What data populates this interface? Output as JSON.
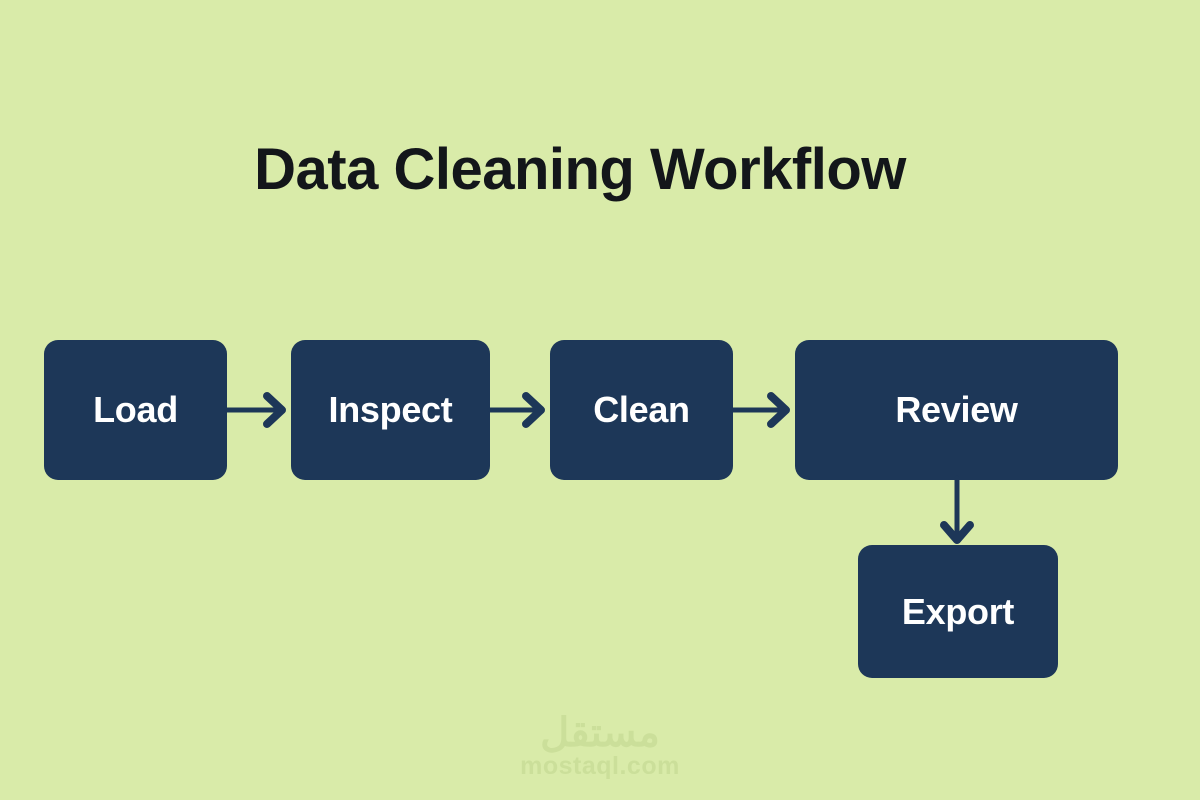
{
  "diagram": {
    "title": "Data Cleaning Workflow",
    "type": "flowchart",
    "background_color": "#d9eba9",
    "node_color": "#1d3758",
    "node_text_color": "#ffffff",
    "title_color": "#13161a",
    "connector_color": "#1d3758",
    "nodes": [
      {
        "id": "load",
        "label": "Load"
      },
      {
        "id": "inspect",
        "label": "Inspect"
      },
      {
        "id": "clean",
        "label": "Clean"
      },
      {
        "id": "review",
        "label": "Review"
      },
      {
        "id": "export",
        "label": "Export"
      }
    ],
    "connectors": [
      {
        "id": "load-inspect",
        "from": "Load",
        "to": "Inspect",
        "direction": "right"
      },
      {
        "id": "inspect-clean",
        "from": "Inspect",
        "to": "Clean",
        "direction": "right"
      },
      {
        "id": "clean-review",
        "from": "Clean",
        "to": "Review",
        "direction": "right"
      },
      {
        "id": "review-export",
        "from": "Review",
        "to": "Export",
        "direction": "down"
      }
    ]
  },
  "watermark": {
    "arabic": "مستقل",
    "domain": "mostaql.com",
    "color": "#cbdf9a"
  }
}
